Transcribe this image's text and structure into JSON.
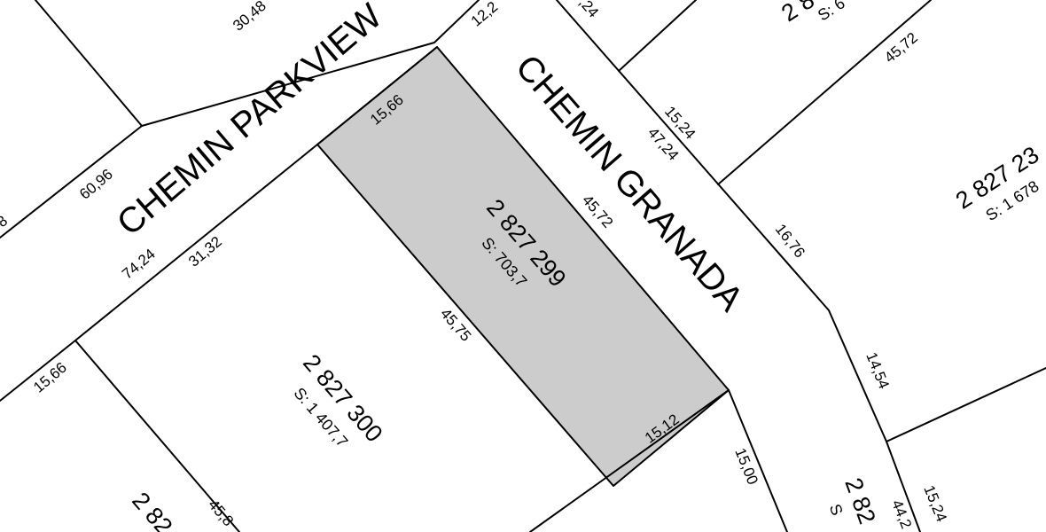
{
  "map": {
    "colors": {
      "background": "#ffffff",
      "highlighted_lot": "#cccccc",
      "lines": "#000000"
    },
    "streets": {
      "parkview": "CHEMIN PARKVIEW",
      "granada": "CHEMIN GRANADA"
    },
    "lots": {
      "highlighted": {
        "number": "2 827 299",
        "area": "S: 703,7"
      },
      "lot_300": {
        "number": "2 827 300",
        "area": "S: 1 407,7"
      },
      "right_lot": {
        "number": "2 827 23",
        "area": "S: 1 678"
      },
      "top_right_lot": {
        "number": "2 8",
        "area": "S: 6"
      },
      "bottom_left_lot": {
        "number": "2 82"
      },
      "bottom_right_lot": {
        "number": "2 82",
        "area": "S"
      }
    },
    "dimensions": {
      "d_30_48": "30,48",
      "d_12_2": "12,2",
      "d_24_top": ",24",
      "d_45_72_right": "45,72",
      "d_15_66_top": "15,66",
      "d_15_24_granada": "15,24",
      "d_47_24": "47,24",
      "d_60_96": "60,96",
      "d_8_left": "8",
      "d_45_72_mid": "45,72",
      "d_16_76": "16,76",
      "d_74_24": "74,24",
      "d_31_32": "31,32",
      "d_45_75": "45,75",
      "d_15_66_left": "15,66",
      "d_14_54": "14,54",
      "d_15_12": "15,12",
      "d_15_00": "15,00",
      "d_45_8": "45,8",
      "d_44_2": "44,2",
      "d_15_24_bottom": "15,24"
    }
  }
}
